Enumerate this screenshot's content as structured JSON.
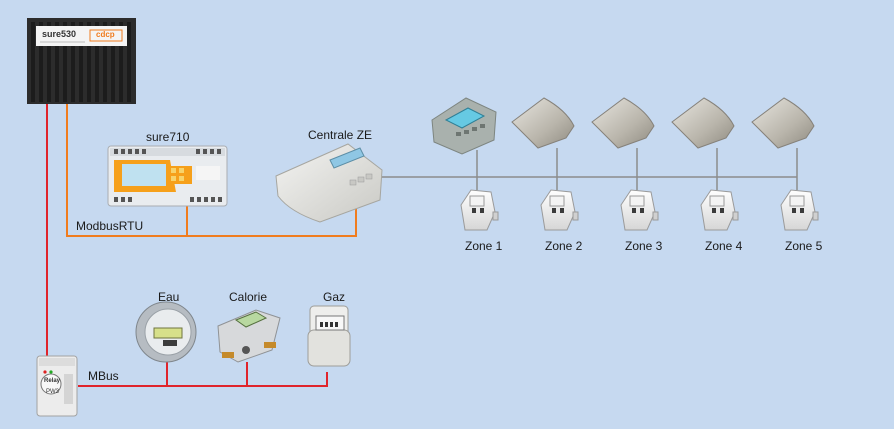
{
  "devices": {
    "sure530": {
      "brand": "sure530",
      "logo": "cdcp"
    },
    "sure710": {
      "label": "sure710"
    },
    "centrale": {
      "label": "Centrale ZE"
    },
    "relay": {
      "brand": "Relay",
      "model": "PW3"
    }
  },
  "buses": {
    "modbus": {
      "label": "ModbusRTU",
      "color": "#f07c1e"
    },
    "mbus": {
      "label": "MBus",
      "color": "#e0242b"
    },
    "zone_bus": {
      "color": "#8c8c8c"
    }
  },
  "meters": [
    {
      "label": "Eau"
    },
    {
      "label": "Calorie"
    },
    {
      "label": "Gaz"
    }
  ],
  "zones": [
    {
      "label": "Zone 1"
    },
    {
      "label": "Zone 2"
    },
    {
      "label": "Zone 3"
    },
    {
      "label": "Zone 4"
    },
    {
      "label": "Zone 5"
    }
  ]
}
